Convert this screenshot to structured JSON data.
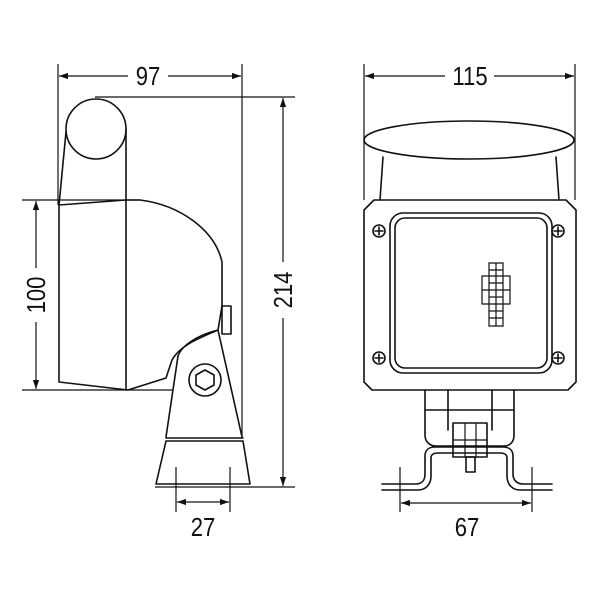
{
  "drawing": {
    "side_view": {
      "dim_depth": "97",
      "dim_body_height": "100",
      "dim_total_height": "214",
      "dim_foot_width": "27"
    },
    "front_view": {
      "dim_width": "115",
      "dim_bracket_width": "67"
    },
    "colors": {
      "line": "#111111",
      "background": "#ffffff"
    }
  }
}
